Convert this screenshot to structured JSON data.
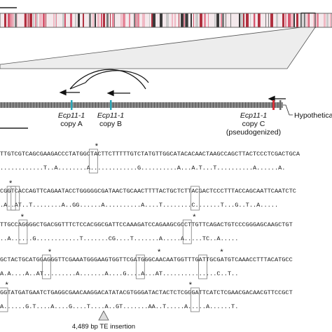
{
  "genes": {
    "copy_a": {
      "name": "Ecp11-1",
      "copy": "copy A",
      "note": ""
    },
    "copy_b": {
      "name": "Ecp11-1",
      "copy": "copy B",
      "note": ""
    },
    "copy_c": {
      "name": "Ecp11-1",
      "copy": "copy C",
      "note": "(pseudogenized)"
    },
    "hypothetical": {
      "name": "Hypothetica"
    }
  },
  "te_insertion_label": "4,489 bp TE insertion",
  "alignment": [
    {
      "ref": "TTGTCGTCAGCGAAGACCCTATGGCTACTTCTTTTTGTCTATGTTGGCATACACAACTAAGCCAGCTTACTCCCTCGACTGCA",
      "var": "............T..A........A.............G..........A...A.T...T..........A......A.",
      "stars": [
        "*"
      ]
    },
    {
      "ref": "CGGTCACCAGTTCAGAATACCTGGGGGCGATAACTGCAACTTTTACTGCTCTTACGACTCCCTTTACCAGCAATTCAATCTC",
      "var": ".A..AT..T........A..GG......A..........A....T........C.......T...G..T..A.....",
      "stars": [
        "*"
      ]
    },
    {
      "ref": "TTGCCAGGGGCTGACGGTTTCTCCACGGCGATTCCAAAGATCCAGAAGCGCCTTGTTCAGACTGTCCCGGGAGCAAGCTGT",
      "var": "..A......G............T.......CG....T.......A.....A.....TC..A.....",
      "stars": [
        "*",
        "*"
      ]
    },
    {
      "ref": "GCTACTGCATGGAGGGTTCGAAATGGGAAGTGGTTCGATGGGCAACAATGGTTTGATTGCGATGTCAAACCTTTACATGCC",
      "var": "A.A....A..AT.........A.......A....G....A...AT...............C..T..",
      "stars": [
        "*",
        "*",
        "*"
      ]
    },
    {
      "ref": "GGTATGATGAATCTGAGGCGAACAAGGACATATACGTGGGATACTACTCTCGGGATTCATCTCGAACGACAACGTTCCGCT",
      "var": "A......G.T....A....G....T....A..GT.......AA..T.....A.....A......T.",
      "stars": [
        "*",
        "*"
      ]
    }
  ]
}
